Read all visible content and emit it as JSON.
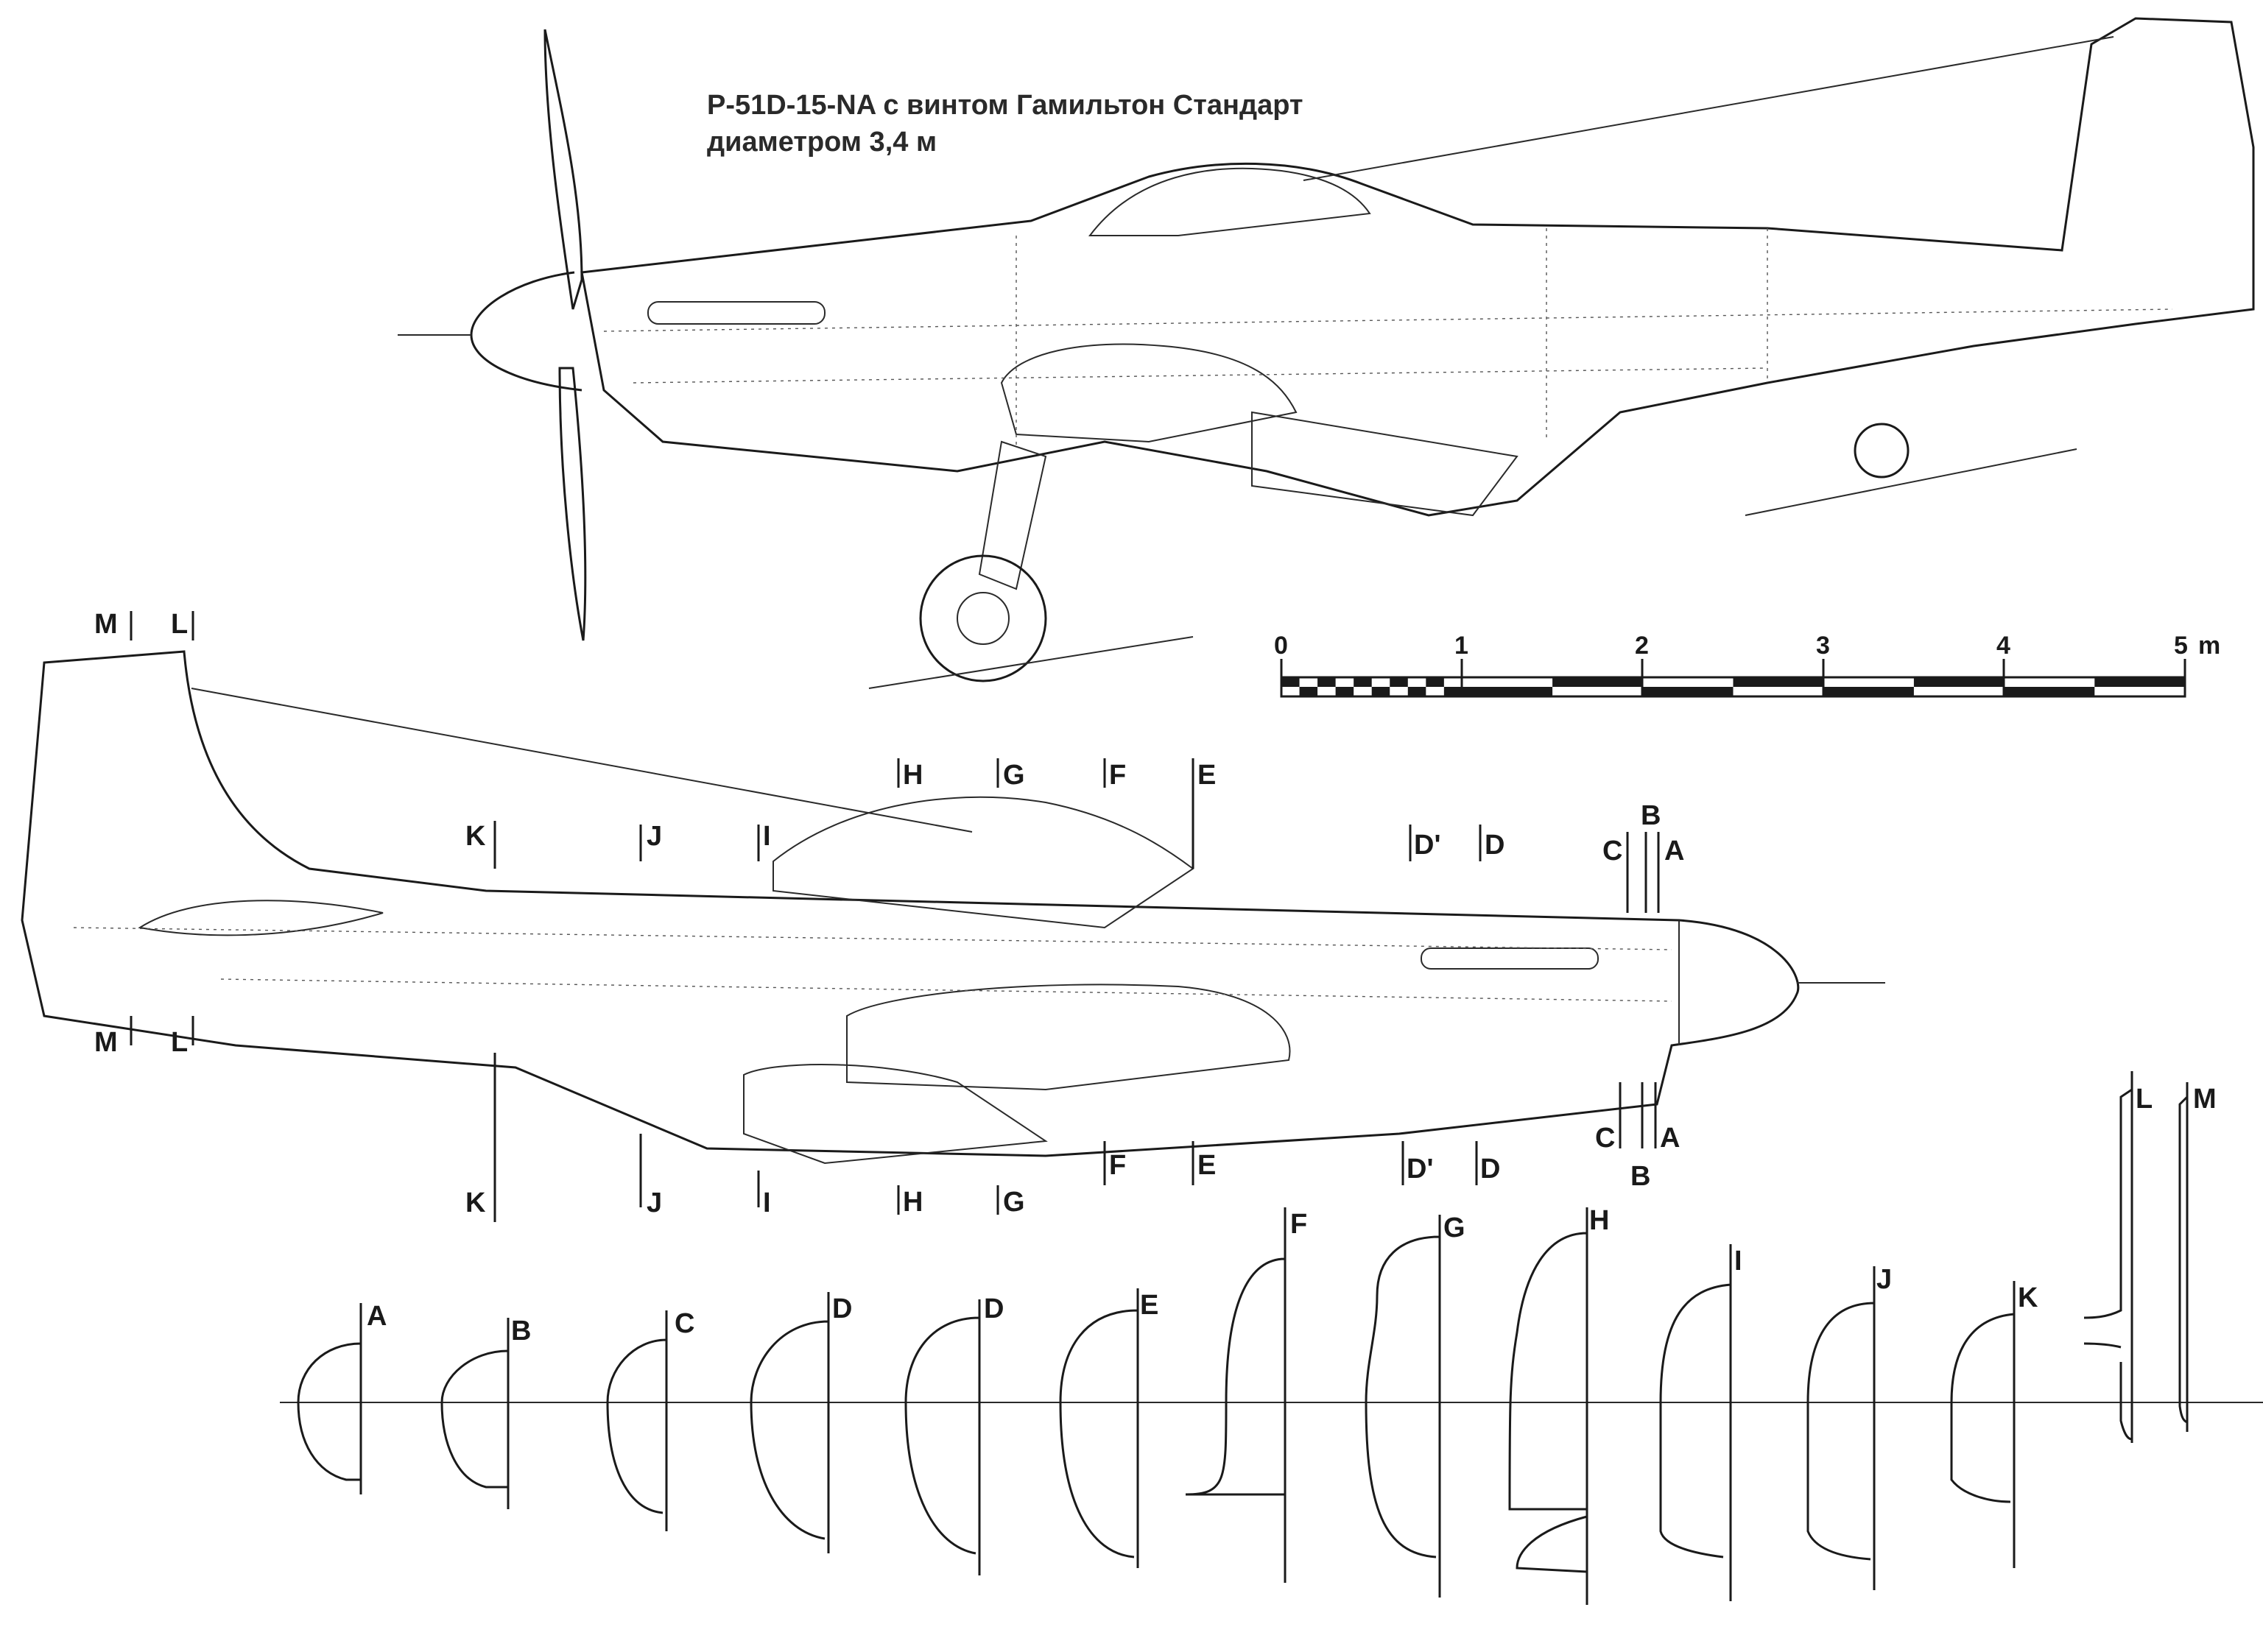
{
  "title": {
    "line1": "P-51D-15-NA с винтом Гамильтон Стандарт",
    "line2": "диаметром 3,4 м"
  },
  "scale": {
    "ticks": [
      "0",
      "1",
      "2",
      "3",
      "4",
      "5"
    ],
    "unit": "m"
  },
  "stations_top": [
    {
      "id": "M",
      "label": "M"
    },
    {
      "id": "L",
      "label": "L"
    },
    {
      "id": "K",
      "label": "K"
    },
    {
      "id": "J",
      "label": "J"
    },
    {
      "id": "I",
      "label": "I"
    },
    {
      "id": "H",
      "label": "H"
    },
    {
      "id": "G",
      "label": "G"
    },
    {
      "id": "F",
      "label": "F"
    },
    {
      "id": "E",
      "label": "E"
    },
    {
      "id": "D'",
      "label": "D'"
    },
    {
      "id": "D",
      "label": "D"
    },
    {
      "id": "C",
      "label": "C"
    },
    {
      "id": "B",
      "label": "B"
    },
    {
      "id": "A",
      "label": "A"
    }
  ],
  "sections": [
    "A",
    "B",
    "C",
    "D",
    "D",
    "E",
    "F",
    "G",
    "H",
    "I",
    "J",
    "K",
    "L",
    "M"
  ]
}
